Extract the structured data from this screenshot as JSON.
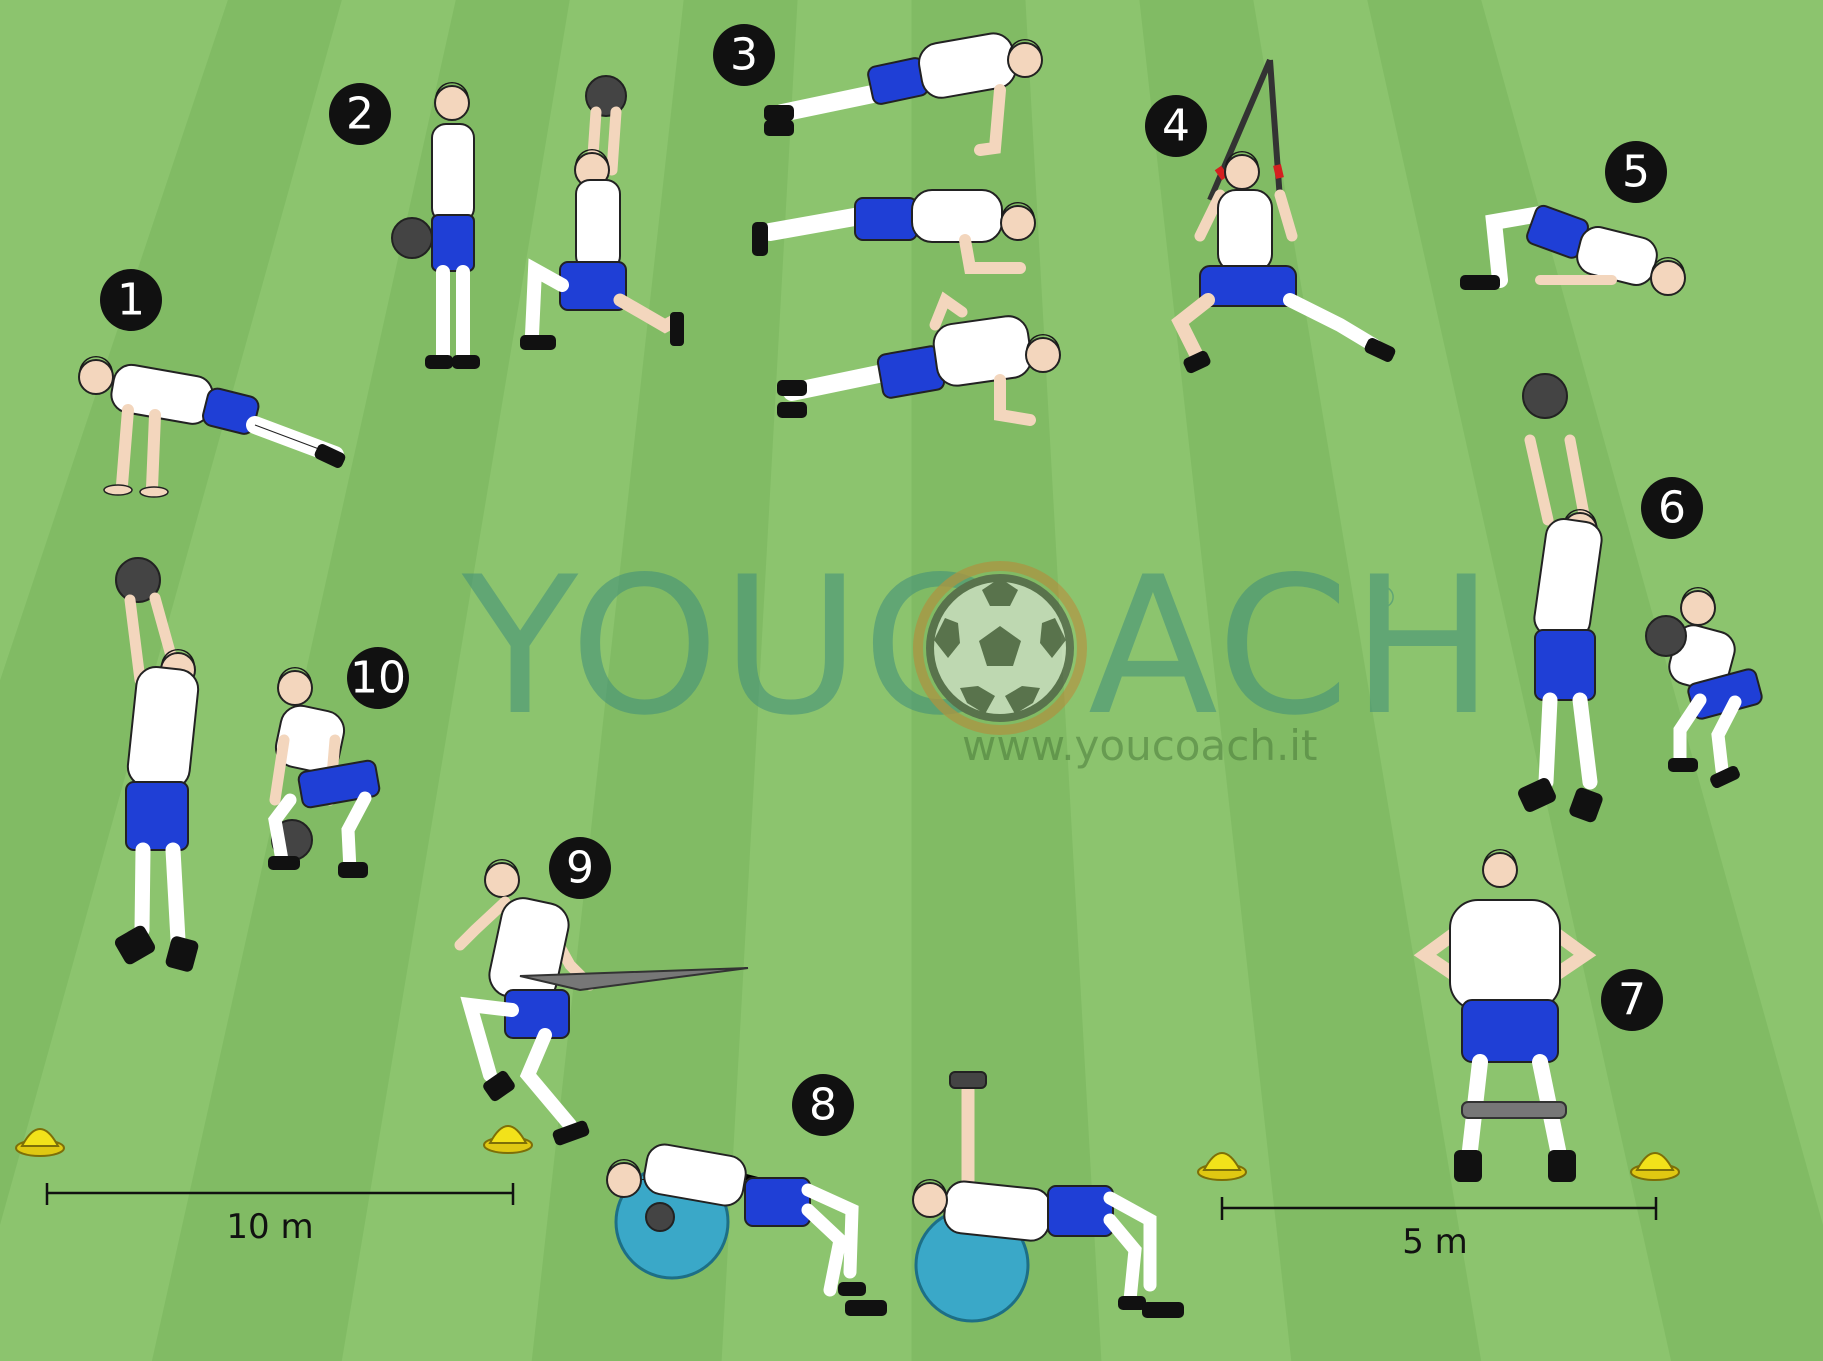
{
  "watermark": {
    "brand_left": "YOUC",
    "brand_right": "ACH",
    "registered": "®",
    "url": "www.youcoach.it",
    "color": "#3f8f7a"
  },
  "colors": {
    "grass_light": "#8cc46e",
    "grass_dark": "#78b55c",
    "badge": "#111111",
    "shirt": "#ffffff",
    "shorts": "#1f3fd6",
    "skin": "#f3d6bd",
    "hair": "#1a1a1a",
    "ball": "#444444",
    "cone": "#f2e21a",
    "swiss_ball": "#3aa8c8",
    "band": "#777777"
  },
  "stations": [
    {
      "number": "1",
      "exercise_icon": "push-up-icon"
    },
    {
      "number": "2",
      "exercise_icon": "lunge-overhead-ball-icon"
    },
    {
      "number": "3",
      "exercise_icon": "plank-variations-icon"
    },
    {
      "number": "4",
      "exercise_icon": "suspension-lateral-squat-icon"
    },
    {
      "number": "5",
      "exercise_icon": "glute-bridge-icon"
    },
    {
      "number": "6",
      "exercise_icon": "ball-throw-squat-icon"
    },
    {
      "number": "7",
      "exercise_icon": "mini-band-lateral-walk-icon"
    },
    {
      "number": "8",
      "exercise_icon": "swiss-ball-dumbbell-press-icon"
    },
    {
      "number": "9",
      "exercise_icon": "resisted-band-knee-drive-icon"
    },
    {
      "number": "10",
      "exercise_icon": "ball-slam-squat-icon"
    }
  ],
  "measurements": [
    {
      "label": "10 m"
    },
    {
      "label": "5 m"
    }
  ]
}
